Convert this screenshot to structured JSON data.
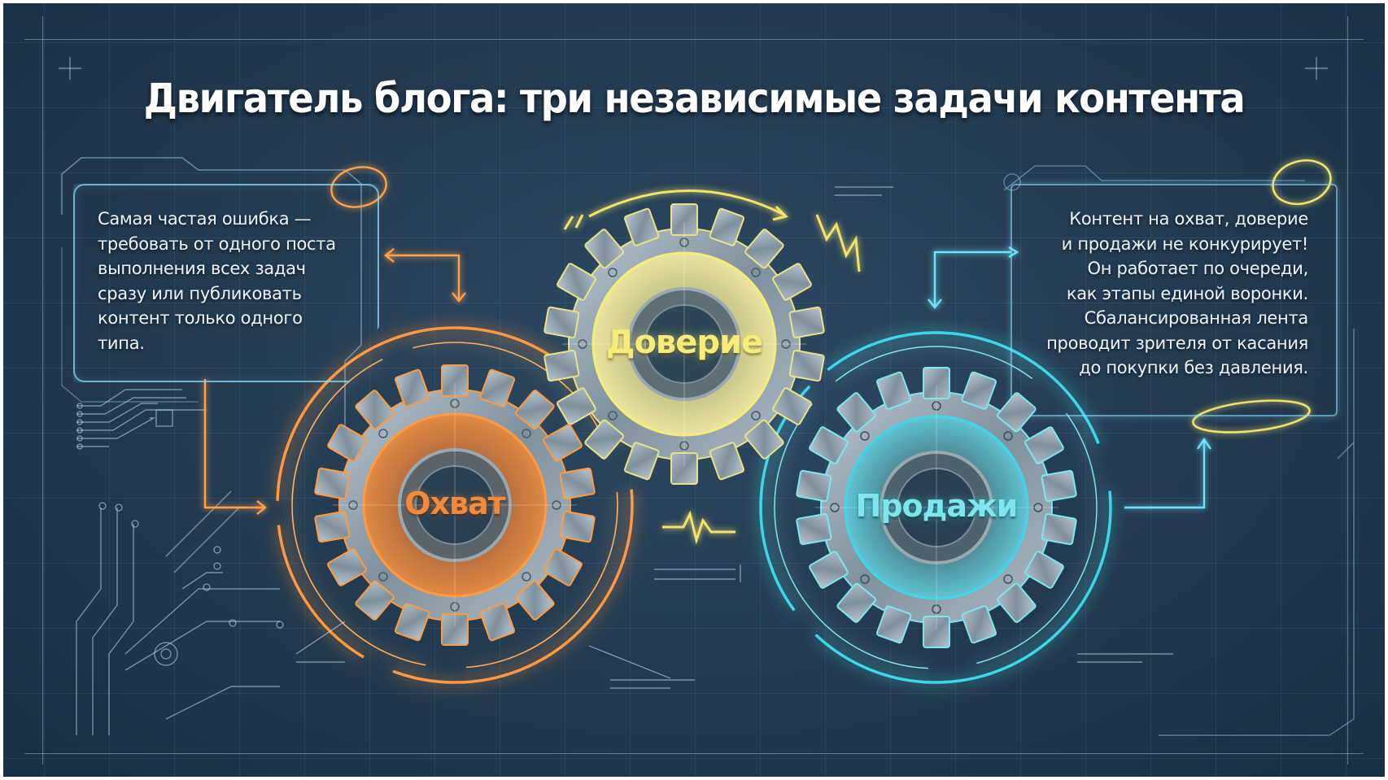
{
  "title": "Двигатель блога: три независимые задачи контента",
  "callouts": {
    "left": {
      "lines": [
        "Самая частая ошибка —",
        "требовать от одного поста",
        "выполнения всех задач",
        "сразу или публиковать",
        "контент только одного",
        "типа."
      ]
    },
    "right": {
      "lines": [
        "Контент на охват, доверие",
        "и продажи не конкурирует!",
        "Он работает по очереди,",
        "как этапы единой воронки.",
        "Сбалансированная лента",
        "проводит зрителя от касания",
        "до покупки без давления."
      ]
    }
  },
  "gears": [
    {
      "id": "reach",
      "label": "Охват",
      "color": "#f08a3c",
      "glow": "#ff9a40"
    },
    {
      "id": "trust",
      "label": "Доверие",
      "color": "#f5ec7a",
      "glow": "#f2e36a"
    },
    {
      "id": "sales",
      "label": "Продажи",
      "color": "#7fe6ee",
      "glow": "#3fd6e8"
    }
  ],
  "colors": {
    "background": "#243c52",
    "accent_orange": "#f08a3c",
    "accent_yellow": "#f2e36a",
    "accent_cyan": "#3fd6e8",
    "frame_blue": "#8cdcff"
  }
}
